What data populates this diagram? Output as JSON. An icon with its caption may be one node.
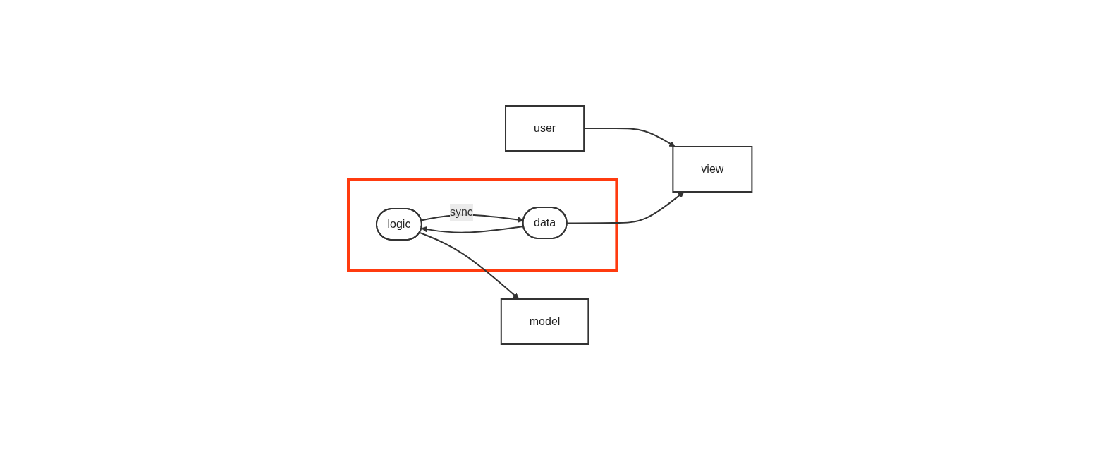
{
  "diagram": {
    "nodes": [
      {
        "text": [
          "user"
        ]
      },
      {
        "text": [
          "view"
        ]
      },
      {
        "text": [],
        "shape": "box"
      },
      {
        "text": [
          "logic"
        ],
        "in": 2
      },
      {
        "text": [
          "data"
        ],
        "in": 2
      },
      {
        "text": [
          "model"
        ]
      }
    ],
    "edges": [
      {
        "from": 0,
        "to": 1,
        "arrow": "to"
      },
      {
        "from": 4,
        "to": 1,
        "arrow": "to"
      },
      {
        "from": 4,
        "to": 3,
        "arrow": "to"
      },
      {
        "from": 3,
        "to": 5,
        "arrow": "to"
      },
      {
        "from": 3,
        "to": 4,
        "arrow": "to",
        "label": "sync"
      }
    ]
  }
}
